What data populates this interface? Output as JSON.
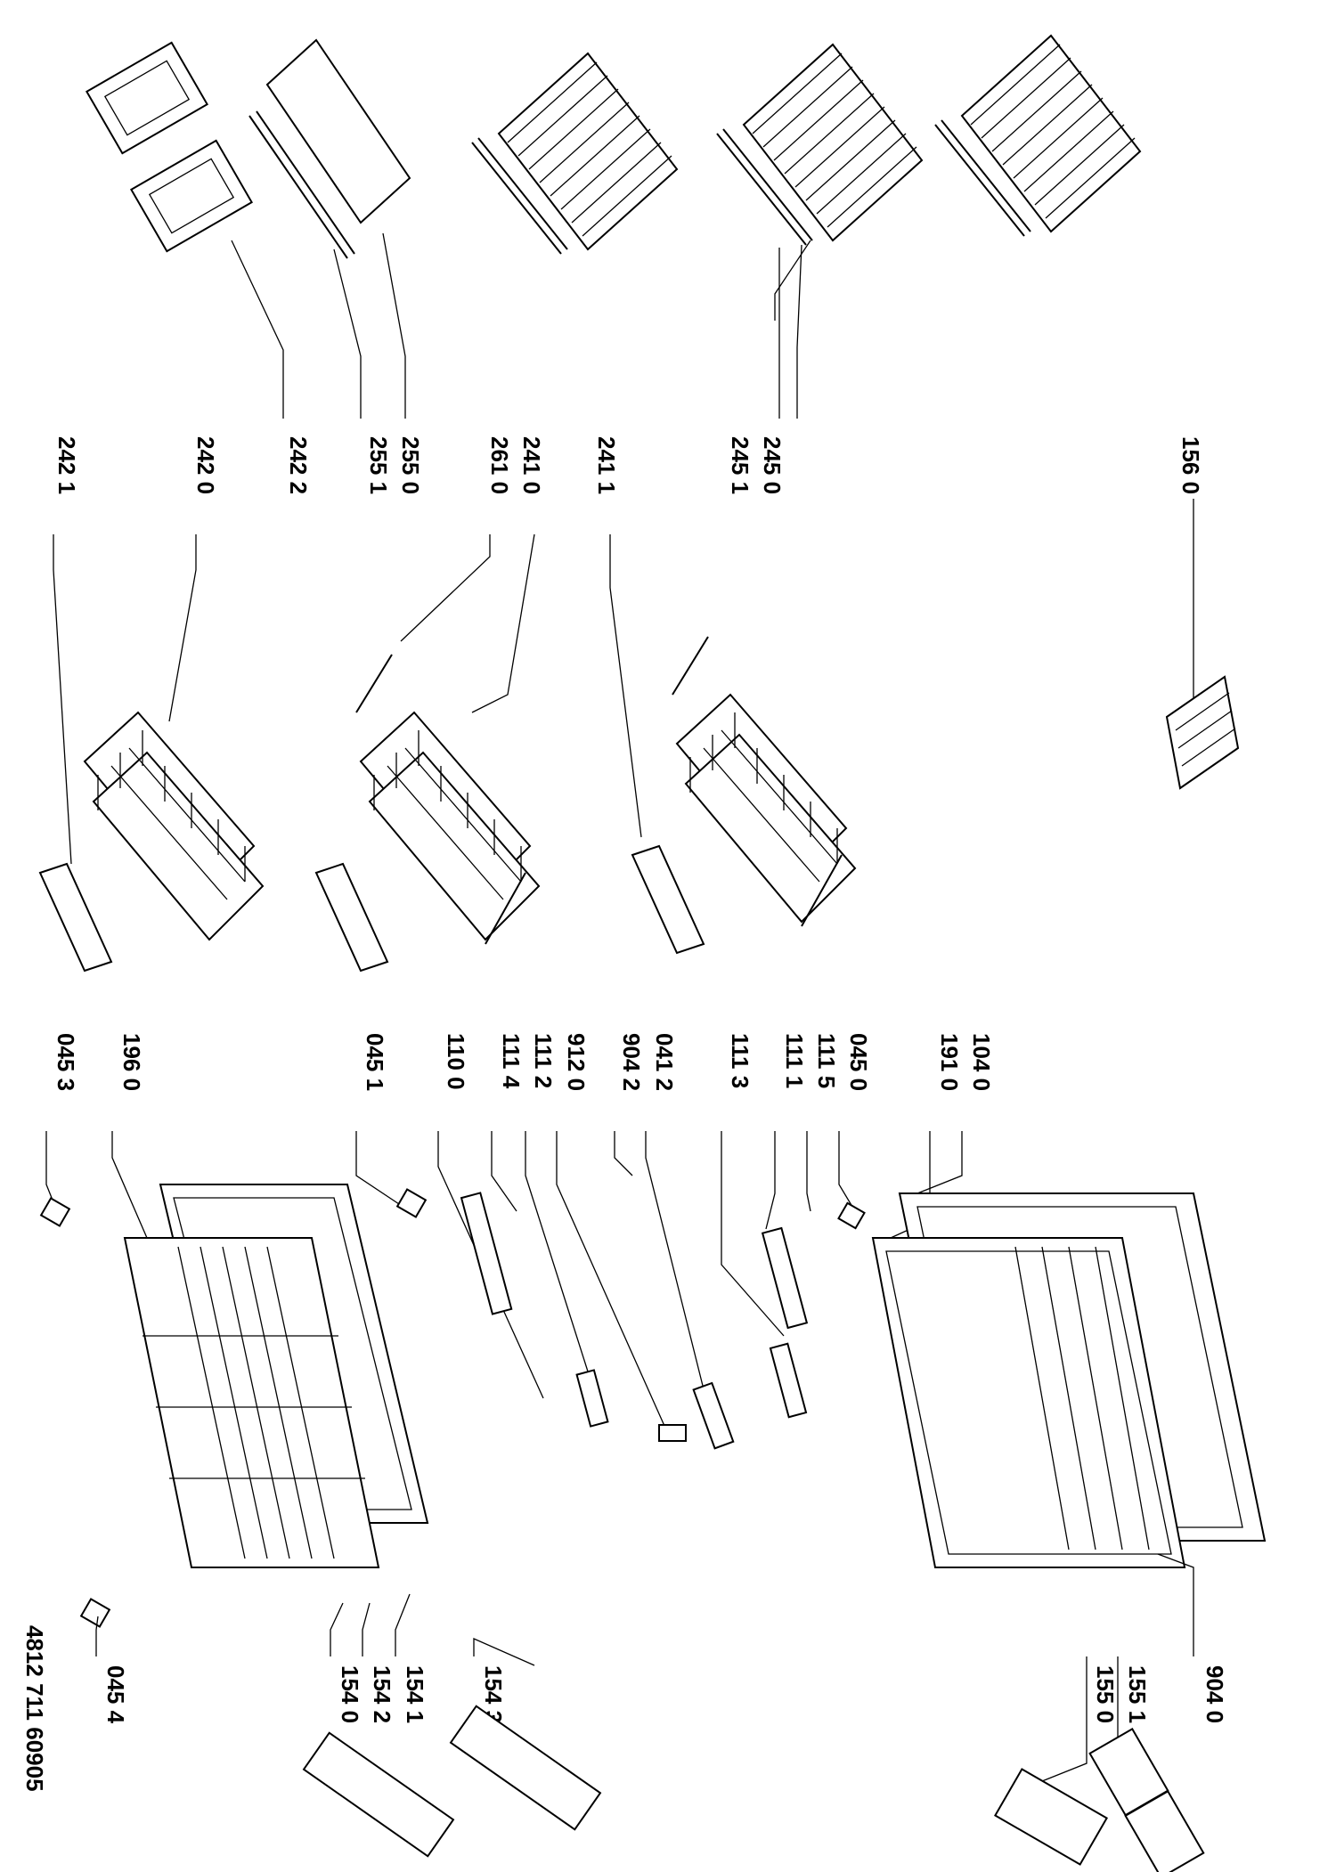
{
  "labels": {
    "l1560": "156 0",
    "l2450": "245 0",
    "l2451": "245 1",
    "l2411": "241 1",
    "l2410": "241 0",
    "l2610": "261 0",
    "l2550": "255 0",
    "l2551": "255 1",
    "l2422": "242 2",
    "l2420": "242 0",
    "l2421": "242 1",
    "l1040": "104 0",
    "l1910": "191 0",
    "l0450": "045 0",
    "l1115": "111 5",
    "l1111": "111 1",
    "l1113": "111 3",
    "l0412": "041 2",
    "l9042": "904 2",
    "l9120": "912 0",
    "l1112": "111 2",
    "l1114": "111 4",
    "l1100": "110 0",
    "l0451": "045 1",
    "l1960": "196 0",
    "l0453": "045 3",
    "l9040": "904 0",
    "l1551": "155 1",
    "l1550": "155 0",
    "l1543": "154 3",
    "l1541": "154 1",
    "l1542": "154 2",
    "l1540": "154 0",
    "l0454": "045 4"
  },
  "drawing_code": "4812 711 60905"
}
